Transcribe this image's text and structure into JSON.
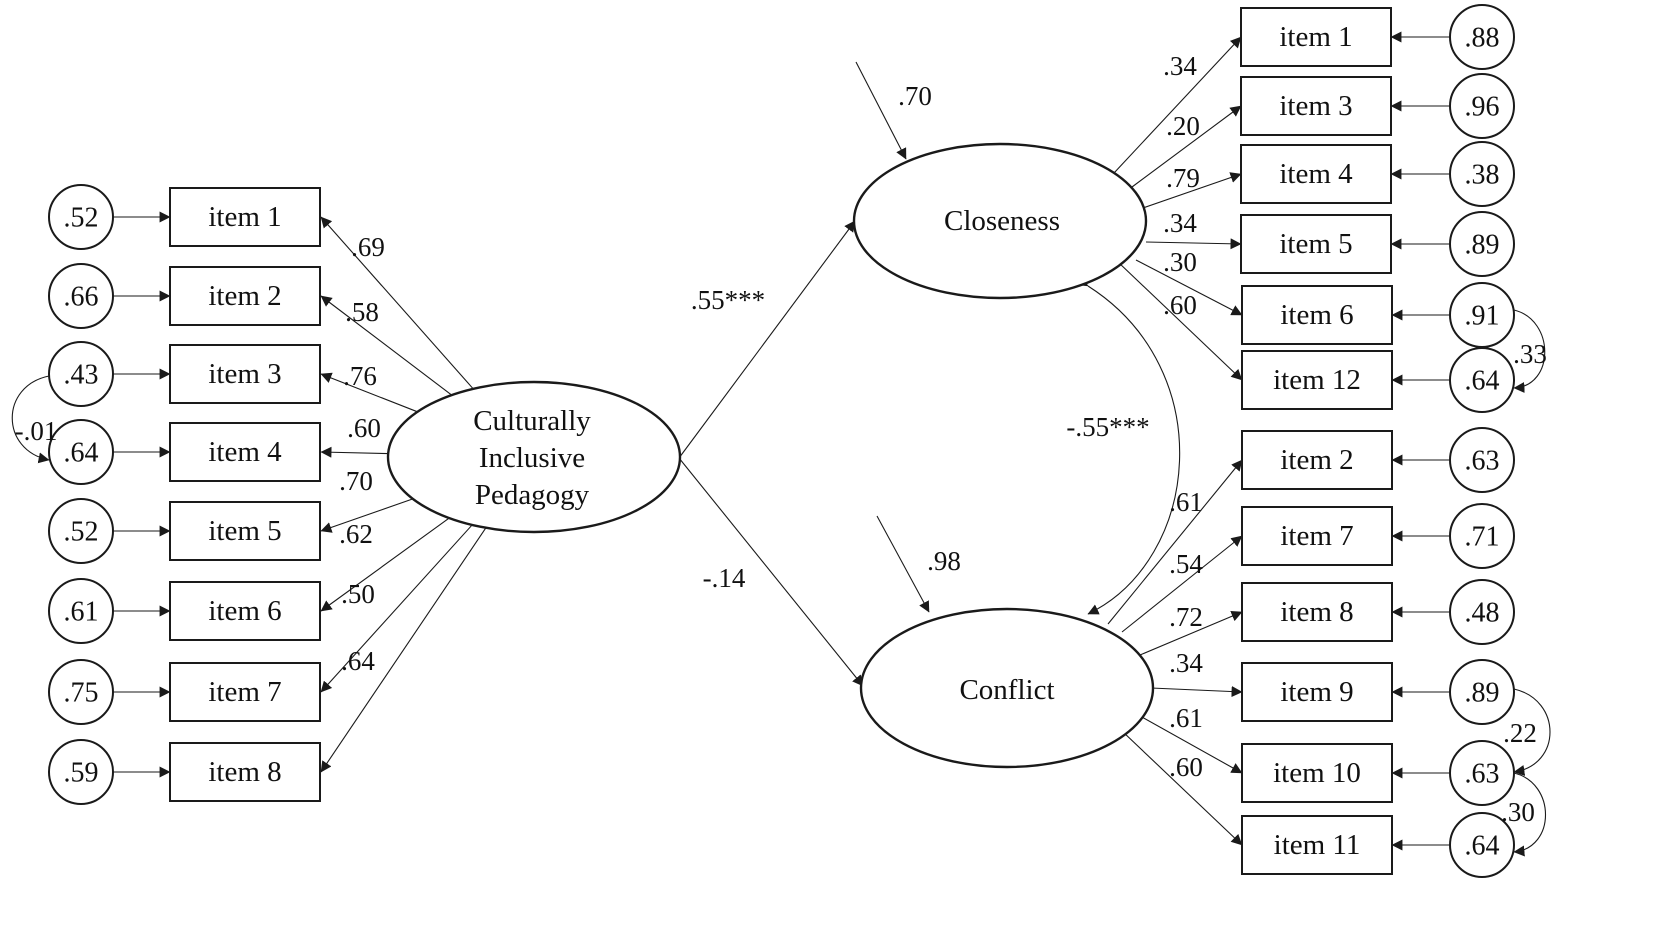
{
  "latents": {
    "pedagogy": [
      "Culturally",
      "Inclusive",
      "Pedagogy"
    ],
    "closeness": "Closeness",
    "conflict": "Conflict"
  },
  "pedagogy_items": [
    {
      "item": "item 1",
      "error": ".52",
      "loading": ".69"
    },
    {
      "item": "item 2",
      "error": ".66",
      "loading": ".58"
    },
    {
      "item": "item 3",
      "error": ".43",
      "loading": ".76"
    },
    {
      "item": "item 4",
      "error": ".64",
      "loading": ".60"
    },
    {
      "item": "item 5",
      "error": ".52",
      "loading": ".70"
    },
    {
      "item": "item 6",
      "error": ".61",
      "loading": ".62"
    },
    {
      "item": "item 7",
      "error": ".75",
      "loading": ".50"
    },
    {
      "item": "item 8",
      "error": ".59",
      "loading": ".64"
    }
  ],
  "closeness_items": [
    {
      "item": "item 1",
      "error": ".88",
      "loading": ".34"
    },
    {
      "item": "item 3",
      "error": ".96",
      "loading": ".20"
    },
    {
      "item": "item 4",
      "error": ".38",
      "loading": ".79"
    },
    {
      "item": "item 5",
      "error": ".89",
      "loading": ".34"
    },
    {
      "item": "item 6",
      "error": ".91",
      "loading": ".30"
    },
    {
      "item": "item 12",
      "error": ".64",
      "loading": ".60"
    }
  ],
  "conflict_items": [
    {
      "item": "item 2",
      "error": ".63",
      "loading": ".61"
    },
    {
      "item": "item 7",
      "error": ".71",
      "loading": ".54"
    },
    {
      "item": "item 8",
      "error": ".48",
      "loading": ".72"
    },
    {
      "item": "item 9",
      "error": ".89",
      "loading": ".34"
    },
    {
      "item": "item 10",
      "error": ".63",
      "loading": ".61"
    },
    {
      "item": "item 11",
      "error": ".64",
      "loading": ".60"
    }
  ],
  "paths": {
    "pedagogy_to_closeness": ".55***",
    "pedagogy_to_conflict": "-.14",
    "closeness_conflict_cov": "-.55***",
    "closeness_disturbance": ".70",
    "conflict_disturbance": ".98"
  },
  "error_covariances": {
    "pedagogy_e3_e4": "-.01",
    "closeness_e6_e12": ".33",
    "conflict_e9_e10": ".22",
    "conflict_e10_e11": ".30"
  }
}
